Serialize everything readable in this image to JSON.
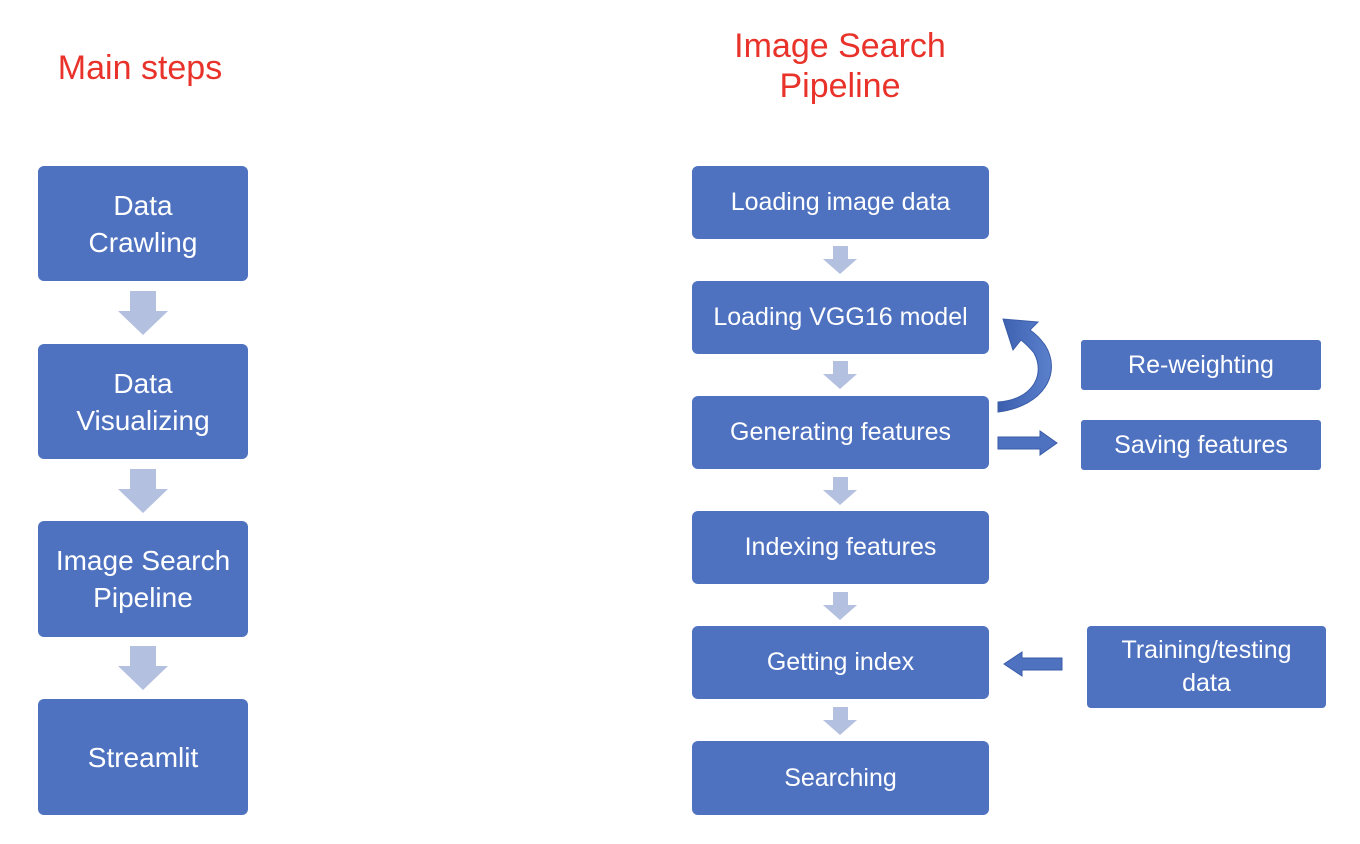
{
  "titles": {
    "main_steps": "Main steps",
    "pipeline": "Image Search\nPipeline"
  },
  "main_steps": [
    "Data\nCrawling",
    "Data\nVisualizing",
    "Image Search\nPipeline",
    "Streamlit"
  ],
  "pipeline_steps": [
    "Loading image data",
    "Loading VGG16 model",
    "Generating features",
    "Indexing features",
    "Getting index",
    "Searching"
  ],
  "side_boxes": {
    "reweighting": "Re-weighting",
    "saving": "Saving features",
    "training": "Training/testing\ndata"
  },
  "colors": {
    "title": "#e8322a",
    "box_fill": "#4e72c0",
    "box_text": "#ffffff",
    "down_arrow": "#b4c0df",
    "connector_arrow": "#4e72c0"
  }
}
